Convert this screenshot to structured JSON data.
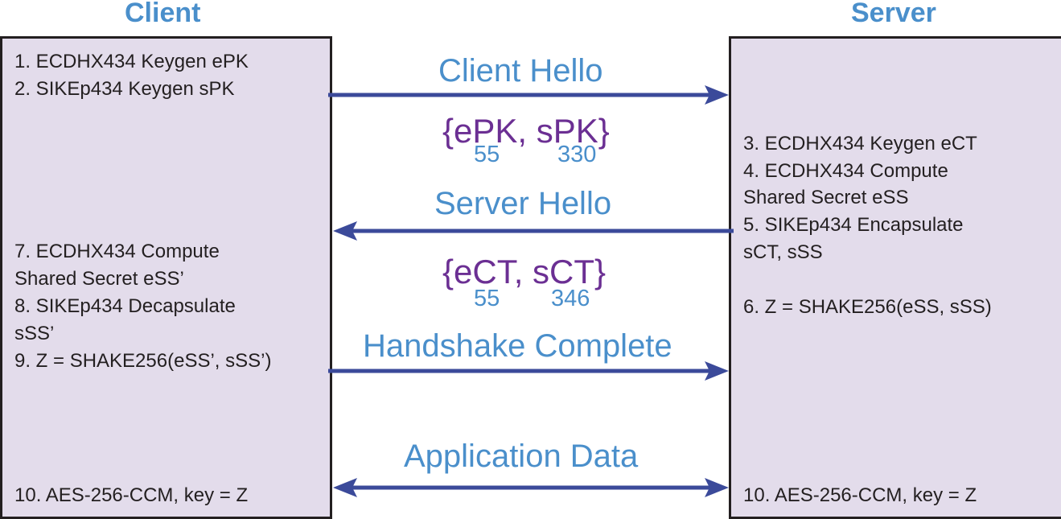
{
  "client": {
    "title": "Client",
    "steps": [
      "1. ECDHX434 Keygen ePK",
      "2. SIKEp434 Keygen sPK",
      "7. ECDHX434 Compute",
      "Shared Secret eSS’",
      "8. SIKEp434 Decapsulate",
      "sSS’",
      "9. Z = SHAKE256(eSS’, sSS’)",
      "10. AES-256-CCM, key = Z"
    ]
  },
  "server": {
    "title": "Server",
    "steps": [
      "3. ECDHX434 Keygen eCT",
      "4. ECDHX434 Compute",
      "Shared Secret eSS",
      "5. SIKEp434 Encapsulate",
      "sCT, sSS",
      "6. Z = SHAKE256(eSS, sSS)",
      "10. AES-256-CCM, key = Z"
    ]
  },
  "messages": {
    "client_hello": "Client Hello",
    "client_hello_payload": "{ePK, sPK}",
    "client_hello_size_epk": "55",
    "client_hello_size_spk": "330",
    "server_hello": "Server Hello",
    "server_hello_payload": "{eCT, sCT}",
    "server_hello_size_ect": "55",
    "server_hello_size_sct": "346",
    "handshake_complete": "Handshake Complete",
    "application_data": "Application Data"
  },
  "colors": {
    "box_fill": "#e3dceb",
    "arrow": "#3b4a9a",
    "message_text": "#4a8fcb",
    "payload_text": "#6b2f93"
  }
}
